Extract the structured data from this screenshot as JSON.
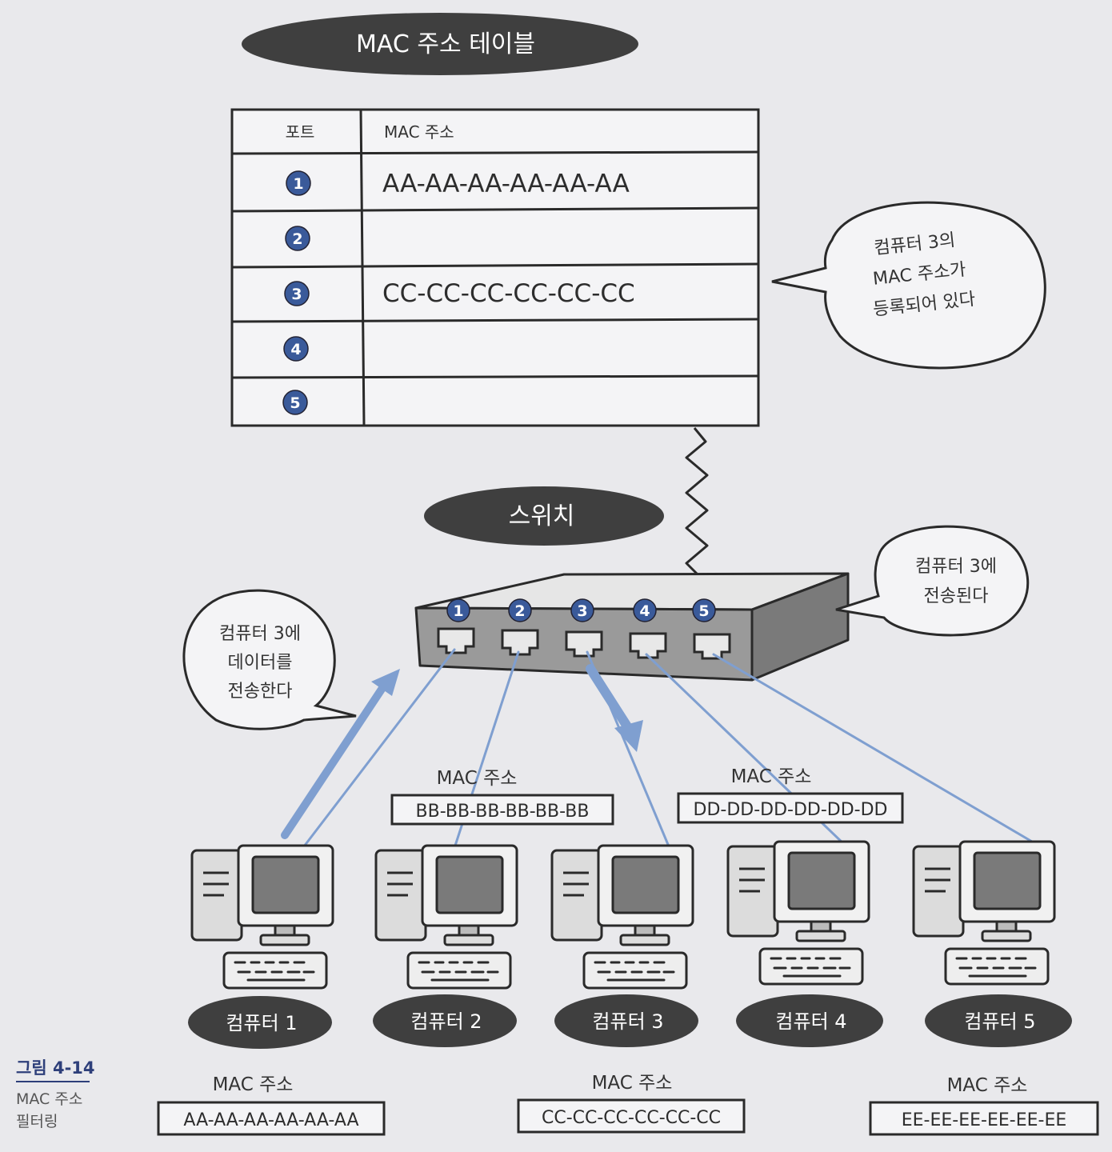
{
  "title": "MAC 주소 테이블",
  "switch_label": "스위치",
  "table": {
    "col_port": "포트",
    "col_mac": "MAC 주소",
    "rows": [
      {
        "port": "1",
        "mac": "AA-AA-AA-AA-AA-AA"
      },
      {
        "port": "2",
        "mac": ""
      },
      {
        "port": "3",
        "mac": "CC-CC-CC-CC-CC-CC"
      },
      {
        "port": "4",
        "mac": ""
      },
      {
        "port": "5",
        "mac": ""
      }
    ]
  },
  "switch_ports": [
    "1",
    "2",
    "3",
    "4",
    "5"
  ],
  "bubbles": {
    "table_note": [
      "컴퓨터 3의",
      "MAC 주소가",
      "등록되어 있다"
    ],
    "send": [
      "컴퓨터 3에",
      "데이터를",
      "전송한다"
    ],
    "forward": [
      "컴퓨터 3에",
      "전송된다"
    ]
  },
  "computers": [
    {
      "name": "컴퓨터 1",
      "mac_caption": "MAC 주소",
      "mac": "AA-AA-AA-AA-AA-AA"
    },
    {
      "name": "컴퓨터 2",
      "mac_caption": "MAC 주소",
      "mac": "BB-BB-BB-BB-BB-BB"
    },
    {
      "name": "컴퓨터 3",
      "mac_caption": "MAC 주소",
      "mac": "CC-CC-CC-CC-CC-CC"
    },
    {
      "name": "컴퓨터 4",
      "mac_caption": "MAC 주소",
      "mac": "DD-DD-DD-DD-DD-DD"
    },
    {
      "name": "컴퓨터 5",
      "mac_caption": "MAC 주소",
      "mac": "EE-EE-EE-EE-EE-EE"
    }
  ],
  "figure": {
    "number": "그림 4-14",
    "caption_lines": [
      "MAC 주소",
      "필터링"
    ]
  },
  "colors": {
    "pill": "#3f3f3f",
    "port_badge": "#3a5a9a",
    "link": "#7f9fd0",
    "arrow": "#7f9fd0",
    "figure_title": "#2e3f7a"
  }
}
